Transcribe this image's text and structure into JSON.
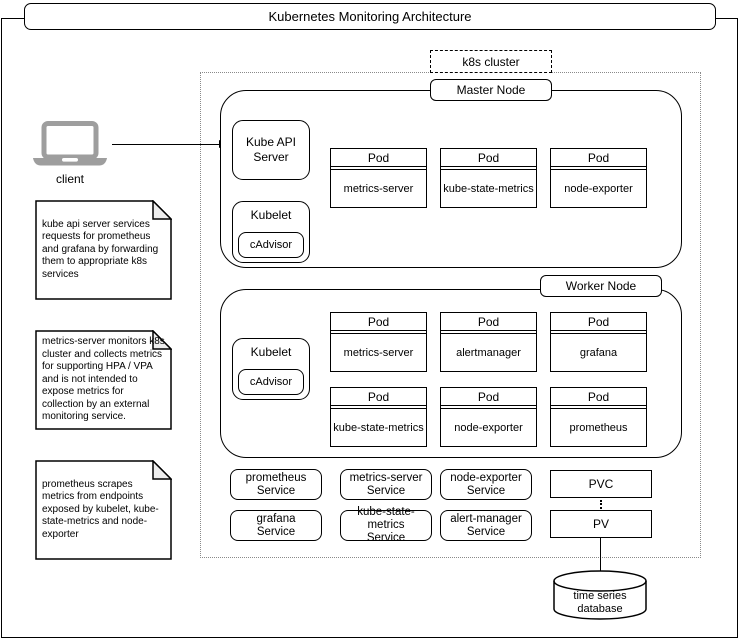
{
  "title": "Kubernetes Monitoring Architecture",
  "client_label": "client",
  "notes": [
    {
      "text": "kube api server services requests for prometheus and grafana by forwarding them to appropriate k8s services"
    },
    {
      "text": "metrics-server monitors k8s cluster and collects metrics for supporting HPA / VPA and is not intended to expose metrics for collection by an external monitoring service."
    },
    {
      "text": "prometheus scrapes metrics from endpoints exposed by kubelet, kube-state-metrics and node-exporter"
    }
  ],
  "cluster": {
    "label": "k8s cluster",
    "master": {
      "label": "Master Node",
      "api_server": "Kube API Server",
      "kubelet": "Kubelet",
      "cadvisor": "cAdvisor",
      "pods": [
        {
          "header": "Pod",
          "name": "metrics-server"
        },
        {
          "header": "Pod",
          "name": "kube-state-metrics"
        },
        {
          "header": "Pod",
          "name": "node-exporter"
        }
      ]
    },
    "worker": {
      "label": "Worker Node",
      "kubelet": "Kubelet",
      "cadvisor": "cAdvisor",
      "pods": [
        {
          "header": "Pod",
          "name": "metrics-server"
        },
        {
          "header": "Pod",
          "name": "alertmanager"
        },
        {
          "header": "Pod",
          "name": "grafana"
        },
        {
          "header": "Pod",
          "name": "kube-state-metrics"
        },
        {
          "header": "Pod",
          "name": "node-exporter"
        },
        {
          "header": "Pod",
          "name": "prometheus"
        }
      ]
    },
    "services": [
      {
        "name": "prometheus",
        "kind": "Service"
      },
      {
        "name": "metrics-server",
        "kind": "Service"
      },
      {
        "name": "node-exporter",
        "kind": "Service"
      },
      {
        "name": "grafana",
        "kind": "Service"
      },
      {
        "name": "kube-state-metrics",
        "kind": "Service"
      },
      {
        "name": "alert-manager",
        "kind": "Service"
      }
    ],
    "storage": {
      "pvc": "PVC",
      "pv": "PV"
    }
  },
  "database": {
    "line1": "time series",
    "line2": "database"
  },
  "colors": {
    "shape_border": "#000000",
    "cluster_dotted_border": "#8a8a8a",
    "laptop_gray": "#9e9e9e",
    "note_fold": "#eeeeee"
  }
}
